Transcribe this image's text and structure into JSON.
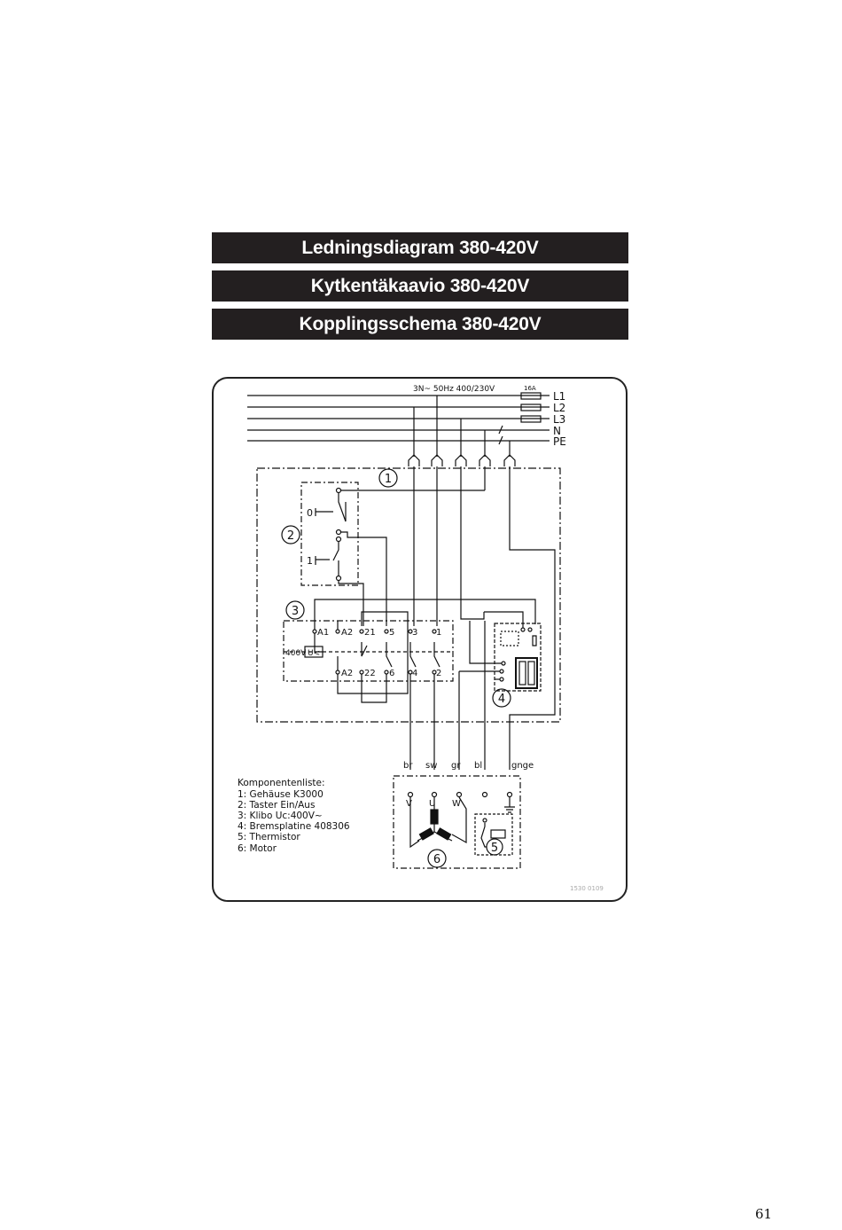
{
  "titles": {
    "sv": "Ledningsdiagram 380-420V",
    "fi": "Kytkentäkaavio 380-420V",
    "nl": "Kopplingsschema 380-420V"
  },
  "supply": {
    "label": "3N~ 50Hz 400/230V",
    "fuse": "16A",
    "lines": [
      "L1",
      "L2",
      "L3",
      "N",
      "PE"
    ]
  },
  "callouts": [
    "1",
    "2",
    "3",
    "4",
    "5",
    "6"
  ],
  "switch": {
    "off": "0",
    "on": "1"
  },
  "contactor": {
    "top": [
      "A1",
      "A2",
      "21",
      "5",
      "3",
      "1"
    ],
    "bottom": [
      "A2",
      "22",
      "6",
      "4",
      "2"
    ],
    "coil": "400V",
    "undervoltage": "U<"
  },
  "motor": {
    "wires": [
      "br",
      "sw",
      "gr",
      "bl",
      "gnge"
    ],
    "terminals": [
      "V",
      "U",
      "W"
    ]
  },
  "components": {
    "heading": "Komponentenliste:",
    "items": [
      "1: Gehäuse K3000",
      "2: Taster Ein/Aus",
      "3: Klibo Uc:400V~",
      "4: Bremsplatine 408306",
      "5: Thermistor",
      "6: Motor"
    ]
  },
  "drawing_number": "1530 0109",
  "page_number": "61"
}
